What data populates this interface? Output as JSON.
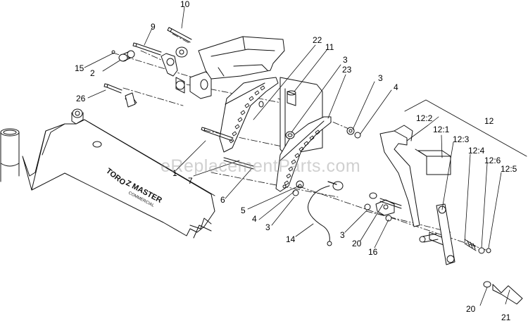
{
  "watermark": "eReplacementParts.com",
  "brand_label": "TORO",
  "model_label": "Z MASTER",
  "model_sublabel": "COMMERCIAL",
  "callouts": [
    "10",
    "9",
    "15",
    "2",
    "26",
    "22",
    "11",
    "3",
    "23",
    "3",
    "4",
    "12",
    "12:2",
    "12:1",
    "12:3",
    "12:4",
    "12:6",
    "12:5",
    "1",
    "7",
    "6",
    "5",
    "4",
    "3",
    "14",
    "3",
    "20",
    "16",
    "20",
    "21"
  ],
  "colors": {
    "line": "#111111",
    "background": "#ffffff",
    "watermark": "#9a9a9a"
  }
}
